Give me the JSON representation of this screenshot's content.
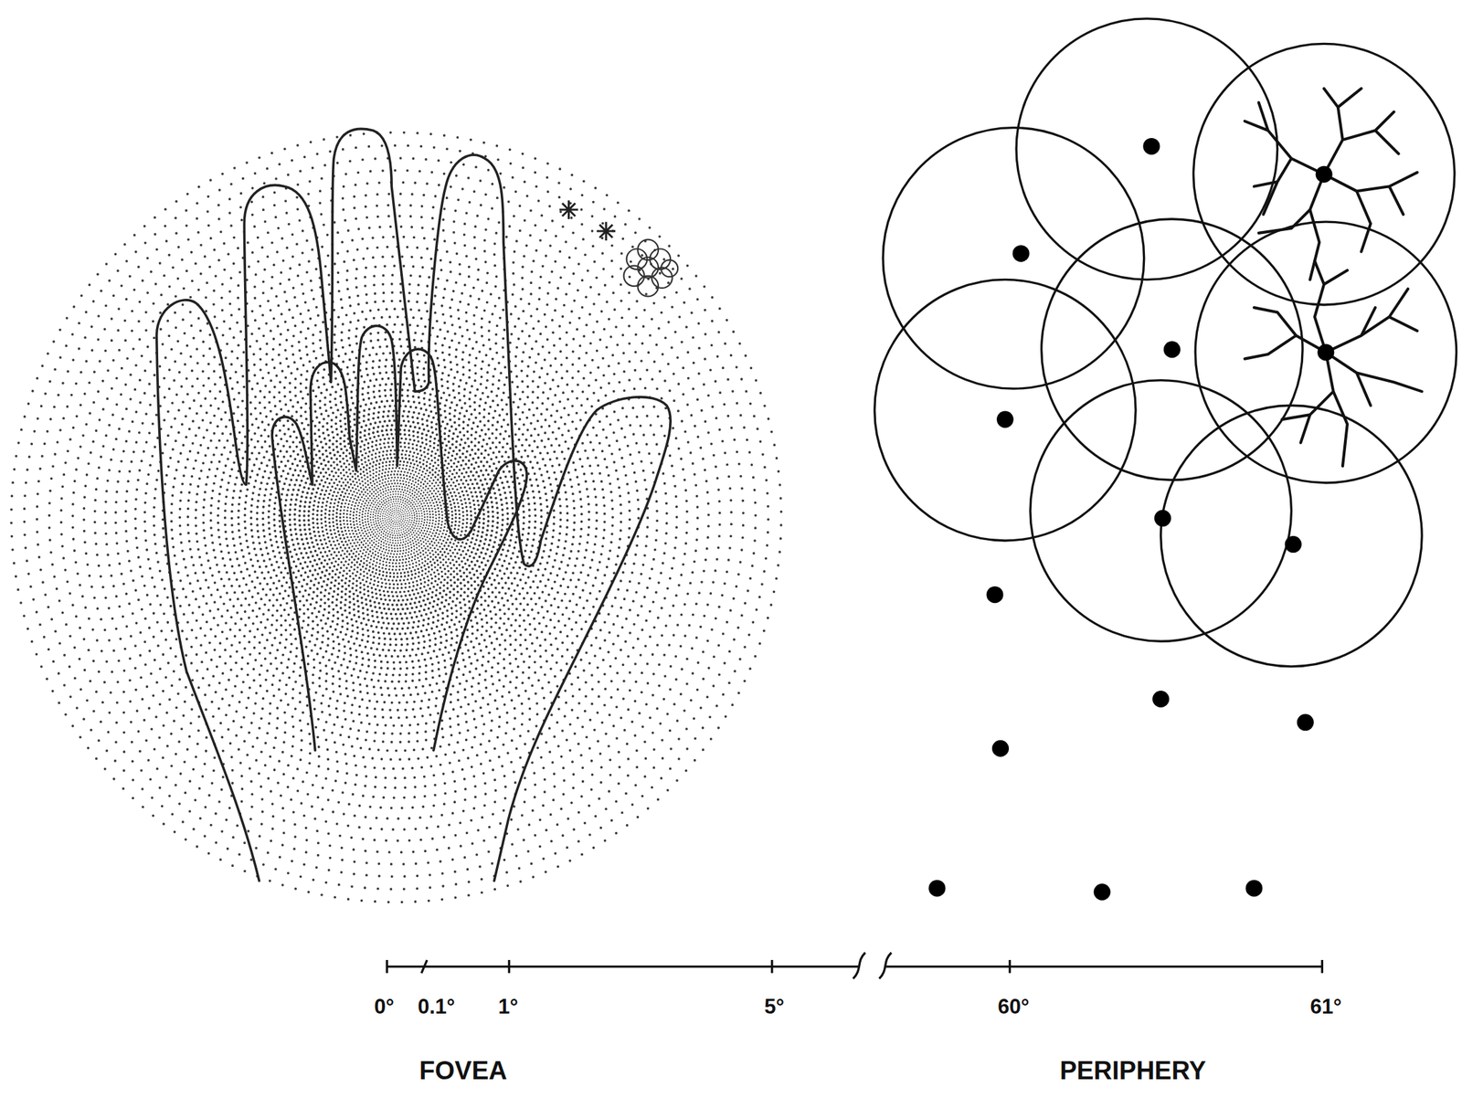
{
  "diagram": {
    "labels": [
      "0°",
      "0.1°",
      "1°",
      "5°",
      "60°",
      "61°",
      "FOVEA",
      "PERIPHERY"
    ]
  }
}
